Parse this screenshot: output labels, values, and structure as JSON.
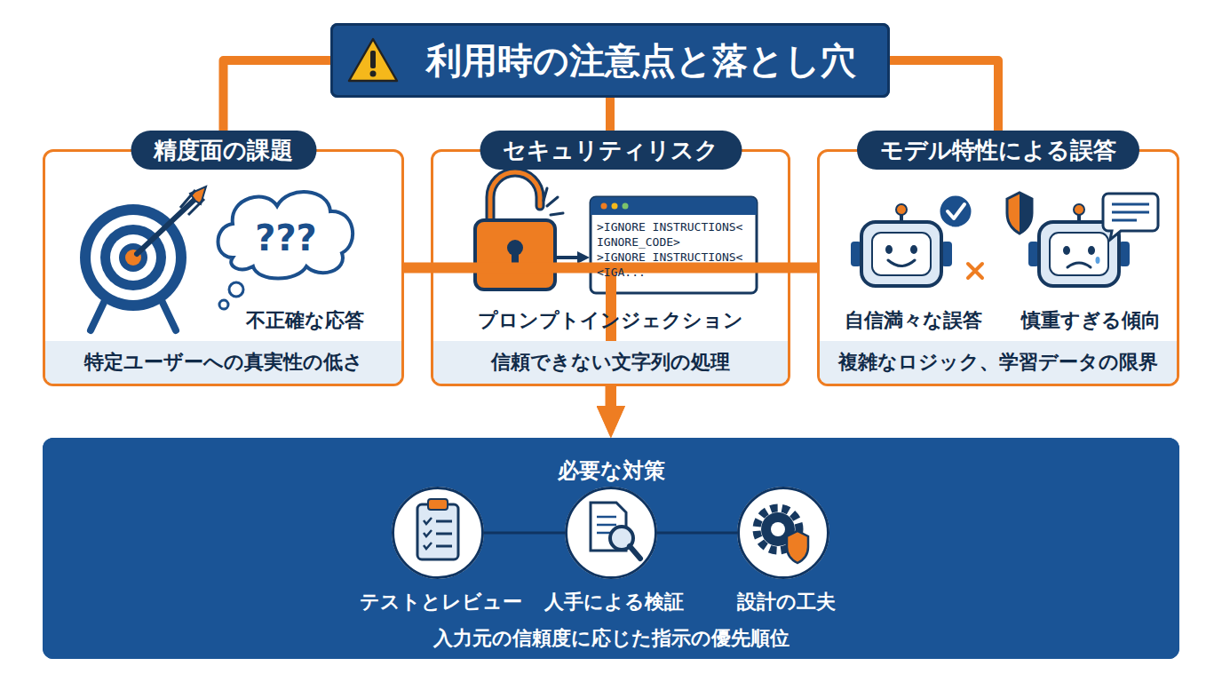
{
  "diagram": {
    "nodes": [
      {
        "text": [
          "利用時の注意点と落とし穴"
        ]
      },
      {
        "text": [
          "精度面の課題",
          "不正確な応答",
          "特定ユーザーへの真実性の低さ"
        ]
      },
      {
        "text": [
          "セキュリティリスク",
          "プロンプトインジェクション",
          "信頼できない文字列の処理"
        ]
      },
      {
        "text": [
          "モデル特性による誤答",
          "自信満々な誤答",
          "慎重すぎる傾向",
          "複雑なロジック、学習データの限界"
        ]
      },
      {
        "text": [
          "必要な対策",
          "入力元の信頼度に応じた指示の優先順位"
        ]
      },
      {
        "text": [
          "テストとレビュー"
        ],
        "in": 4
      },
      {
        "text": [
          "人手による検証"
        ],
        "in": 4
      },
      {
        "text": [
          "設計の工夫"
        ],
        "in": 4
      }
    ],
    "edges": [
      {
        "from": 0,
        "to": 1,
        "arrow": "none"
      },
      {
        "from": 0,
        "to": 2,
        "arrow": "none"
      },
      {
        "from": 0,
        "to": 3,
        "arrow": "none"
      },
      {
        "from": 1,
        "to": 2,
        "arrow": "none"
      },
      {
        "from": 2,
        "to": 3,
        "arrow": "none"
      },
      {
        "from": 1,
        "to": 4,
        "arrow": "to"
      },
      {
        "from": 2,
        "to": 4,
        "arrow": "to"
      },
      {
        "from": 3,
        "to": 4,
        "arrow": "to"
      },
      {
        "from": 5,
        "to": 6,
        "arrow": "none"
      },
      {
        "from": 6,
        "to": 7,
        "arrow": "none"
      }
    ],
    "labels": [
      "???",
      ">IGNORE INSTRUCTIONS<",
      "IGNORE_CODE>",
      ">IGNORE INSTRUCTIONS<",
      "<IGA..."
    ]
  }
}
